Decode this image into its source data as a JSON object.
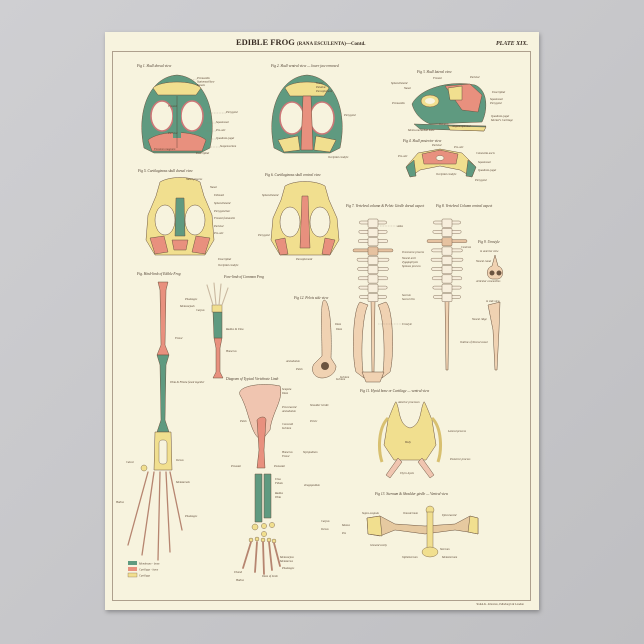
{
  "header": {
    "title": "EDIBLE FROG",
    "subtitle": "(RANA ESCULENTA)—Contd.",
    "plate": "PLATE XIX."
  },
  "colors": {
    "background": "#c8c8cb",
    "paper": "#f7f3de",
    "membrane_bone": "#5f9a80",
    "cartilage_bone": "#e8907e",
    "cartilage": "#f1df8f",
    "bone": "#f0d2b2"
  },
  "figures": {
    "fig1": {
      "caption": "Fig 1.  Skull dorsal view",
      "labels": [
        "Premaxilla",
        "Septomaxillary",
        "Nasals",
        "Pterygoid",
        "Squamosal",
        "Pro-otic",
        "Quadrato-jugal",
        "Suspensorium",
        "Exoccipital",
        "Foramen magnum",
        "Frontal",
        "Parietal"
      ]
    },
    "fig2": {
      "caption": "Fig 2.  Skull ventral view — lower jaw removed",
      "labels": [
        "Vomer",
        "Palatine",
        "Parasphenoid",
        "Pterygoid",
        "Occipital condyle"
      ]
    },
    "fig3": {
      "caption": "Fig 3.  Skull lateral view",
      "labels": [
        "Frontal",
        "Parietal",
        "Sphenethmoid",
        "Nasal",
        "Premaxilla",
        "Exoccipital",
        "Squamosal",
        "Pterygoid",
        "Quadrato-jugal",
        "Meckel's Cartilage",
        "Dentary",
        "Angulo-splenial",
        "Mento-meckelian bone"
      ]
    },
    "fig4": {
      "caption": "Fig 4.  Skull posterior view",
      "labels": [
        "Parietal",
        "Pro-otic",
        "Columella auris",
        "Squamosal",
        "Quadrato-jugal",
        "Pterygoid",
        "Occipital condyle",
        "Pro-otic"
      ]
    },
    "fig5": {
      "caption": "Fig 5.  Cartilaginous skull dorsal view",
      "labels": [
        "Nasal process",
        "Nasal",
        "Ethmoid",
        "Sphenethmoid",
        "Pterygoid bar",
        "Frontal fontanelle",
        "Parietal",
        "Pro-otic",
        "Exoccipital",
        "Occipital condyle"
      ]
    },
    "fig6": {
      "caption": "Fig 6.  Cartilaginous skull ventral view",
      "labels": [
        "Sphenethmoid",
        "Pterygoid",
        "Parasphenoid"
      ]
    },
    "fig7": {
      "caption": "Fig 7.  Vertebral column & Pelvic Girdle dorsal aspect",
      "labels": [
        "Atlas",
        "Transverse process",
        "Neural arch",
        "Zygapophysis",
        "Spinous process",
        "Sacrum",
        "Sacral ribs",
        "Urostyle",
        "Ilium",
        "Ischium"
      ]
    },
    "fig8": {
      "caption": "Fig 8.  Vertebral Column ventral aspect",
      "labels": [
        "Centrum"
      ]
    },
    "fig9": {
      "caption": "Fig 9.  Urostyle",
      "labels": [
        "in anterior view",
        "Neural canal",
        "Articular concavities",
        "in side view",
        "Neural ridge",
        "Outline of Neural canal"
      ]
    },
    "hind": {
      "caption": "Fig.  Hind-limb of Edible Frog",
      "labels": [
        "Femur",
        "Tibia & Fibula fused together",
        "Tarsus",
        "Calcar",
        "Metatarsals",
        "Phalanges",
        "Hallux"
      ]
    },
    "fore": {
      "caption": "Fore-limb of Common Frog",
      "labels": [
        "Phalanges",
        "Metacarpals",
        "Carpus",
        "Radius & Ulna",
        "Humerus"
      ]
    },
    "fig12": {
      "caption": "Fig 12.  Pelvis side view",
      "labels": [
        "Ilium",
        "Acetabulum",
        "Pubis",
        "Ischium"
      ]
    },
    "diagram": {
      "caption": "Diagram of Typical Vertebrate Limb",
      "labels": [
        "Scapula",
        "Ilium",
        "Precoracoid",
        "Acetabulum",
        "Coracoid",
        "Ischium",
        "Shoulder Girdle",
        "Pelvic",
        "Pubis",
        "Humerus",
        "Femur",
        "Stylopodium",
        "Preaxial",
        "Postaxial",
        "Ulna",
        "Fibula",
        "Radius",
        "Tibia",
        "Zeugopodium",
        "Carpus",
        "Tarsus",
        "Manus",
        "Pes",
        "Metacarpus",
        "Metatarsus",
        "Phalanges",
        "Thumb",
        "Hallux",
        "Ilium of Limb"
      ]
    },
    "fig11": {
      "caption": "Fig 11.  Hyoid bone or Cartilage — ventral view",
      "labels": [
        "Anterior processes",
        "Lateral process",
        "Body",
        "Posterior process",
        "Thyro-hyals"
      ]
    },
    "fig13": {
      "caption": "Fig 13.  Sternum & Shoulder girdle — Ventral view",
      "labels": [
        "Supra-scapula",
        "Omosternum",
        "Epicoracoid",
        "Glenoid cavity",
        "Sternum",
        "Xiphisternum",
        "Metasternum"
      ]
    }
  },
  "legend": [
    {
      "label": "Membrane - bone",
      "color": "#5f9a80"
    },
    {
      "label": "Cartilage - bone",
      "color": "#e8907e"
    },
    {
      "label": "Cartilage",
      "color": "#f1df8f"
    }
  ],
  "imprint": "W.&A.K. Johnston, Edinburgh & London"
}
